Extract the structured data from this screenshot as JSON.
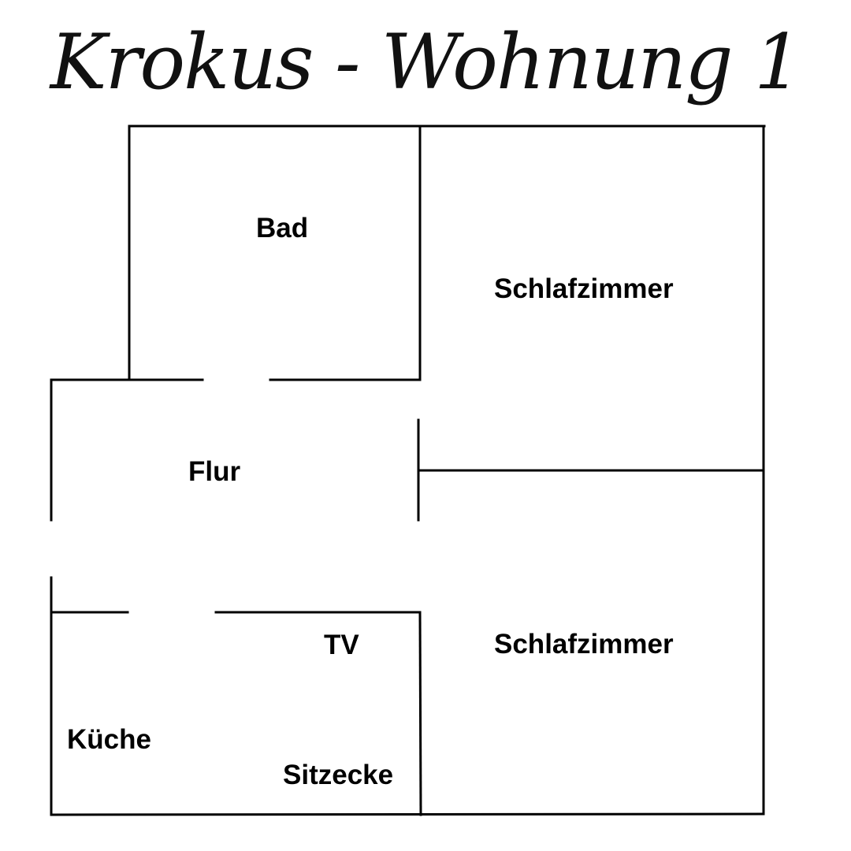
{
  "title": "Krokus - Wohnung 1",
  "rooms": {
    "bad": "Bad",
    "schlafzimmer_1": "Schlafzimmer",
    "flur": "Flur",
    "schlafzimmer_2": "Schlafzimmer",
    "tv": "TV",
    "kueche": "Küche",
    "sitzecke": "Sitzecke"
  },
  "colors": {
    "background": "#ffffff",
    "ink": "#000000"
  }
}
